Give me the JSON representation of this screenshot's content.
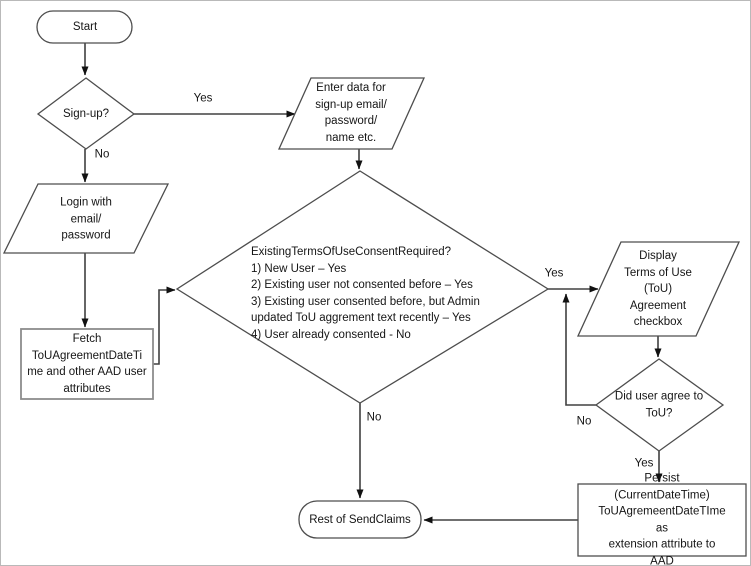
{
  "diagram": {
    "type": "flowchart",
    "nodes": {
      "start": {
        "label": "Start"
      },
      "signup": {
        "label": "Sign-up?"
      },
      "enter_data": {
        "label": "Enter data for\nsign-up email/\npassword/\nname etc."
      },
      "login": {
        "label": "Login with\nemail/\npassword"
      },
      "fetch": {
        "label": "Fetch\nToUAgreementDateTi\nme and other AAD user\nattributes"
      },
      "consent_decision": {
        "label": "ExistingTermsOfUseConsentRequired?\n1) New User – Yes\n2) Existing user not consented before – Yes\n3) Existing user consented before, but Admin\nupdated ToU aggrement text recently – Yes\n4) User already consented - No"
      },
      "display_tou": {
        "label": "Display\nTerms of Use\n(ToU)\nAgreement\ncheckbox"
      },
      "agree_decision": {
        "label": "Did user agree to\nToU?"
      },
      "persist": {
        "label": "Persist (CurrentDateTime)\nToUAgremeentDateTIme as\nextension attribute to AAD"
      },
      "send_claims": {
        "label": "Rest of SendClaims"
      }
    },
    "edge_labels": {
      "signup_yes": "Yes",
      "signup_no": "No",
      "consent_yes": "Yes",
      "consent_no": "No",
      "agree_no": "No",
      "agree_yes": "Yes"
    },
    "colors": {
      "background": "#ffffff",
      "canvas_border": "#b9b9b9",
      "shape_stroke": "#4d4d4d",
      "fetch_shape_stroke": "#8c8c8c",
      "connector": "#404040",
      "arrowhead": "#111111",
      "text": "#151515"
    }
  }
}
